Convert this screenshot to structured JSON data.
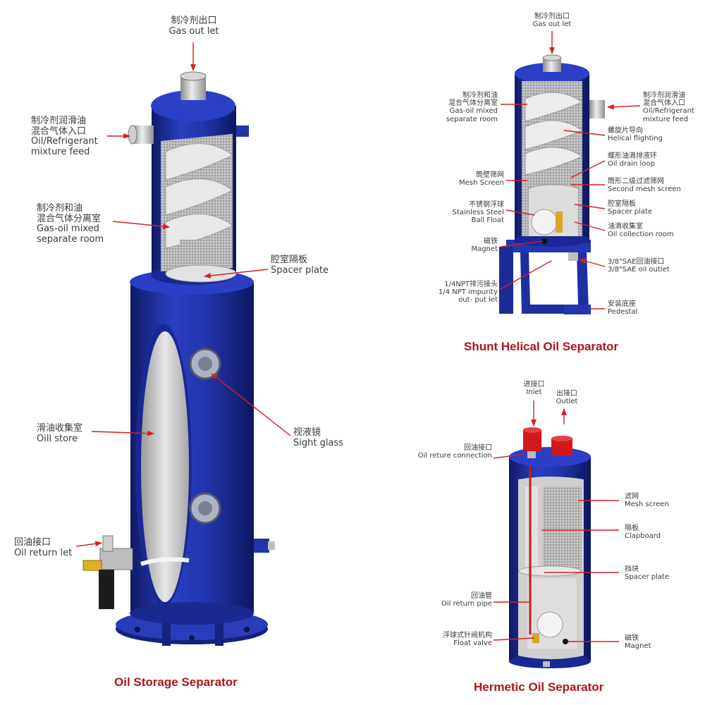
{
  "titles": {
    "oil_storage": "Oil Storage Separator",
    "shunt_helical": "Shunt Helical Oil Separator",
    "hermetic": "Hermetic Oil Separator"
  },
  "oil_storage": {
    "gas_outlet": {
      "zh": "制冷剂出口",
      "en": "Gas out let"
    },
    "mixture_feed": {
      "zh1": "制冷剂润滑油",
      "zh2": "混合气体入口",
      "en1": "Oil/Refrigerant",
      "en2": "mixture feed"
    },
    "gas_oil_room": {
      "zh1": "制冷剂和油",
      "zh2": "混合气体分离室",
      "en1": "Gas-oil mixed",
      "en2": "separate room"
    },
    "spacer_plate": {
      "zh": "腔室隔板",
      "en": "Spacer plate"
    },
    "sight_glass": {
      "zh": "视液镜",
      "en": "Sight glass"
    },
    "oil_store": {
      "zh": "滑油收集室",
      "en": "Oill store"
    },
    "oil_return": {
      "zh": "回油接口",
      "en": "Oil return let"
    }
  },
  "shunt": {
    "gas_outlet": {
      "zh": "制冷剂出口",
      "en": "Gas out let"
    },
    "gas_oil_room": {
      "zh1": "制冷剂和油",
      "zh2": "混合气体分离室",
      "en1": "Gas-oil mixed",
      "en2": "separate room"
    },
    "mixture_feed": {
      "zh1": "制冷剂润滑油",
      "zh2": "混合气体入口",
      "en1": "Oil/Refrigerant",
      "en2": "mixture feed"
    },
    "helical": {
      "zh": "螺旋片导向",
      "en": "Helical flighting"
    },
    "drain_loop": {
      "zh": "蝶形油滴排液环",
      "en": "Oil drain loop"
    },
    "mesh_screen": {
      "zh": "筒壁筛网",
      "en": "Mesh Screen"
    },
    "second_mesh": {
      "zh": "筒形二级过滤筛网",
      "en": "Second mesh screen"
    },
    "ball_float": {
      "zh": "不锈钢浮球",
      "en1": "Stainless Steel",
      "en2": "Ball Float"
    },
    "spacer_plate": {
      "zh": "腔室隔板",
      "en": "Spacer plate"
    },
    "collection_room": {
      "zh": "油滴收集室",
      "en": "Oil collection room"
    },
    "magnet": {
      "zh": "磁铁",
      "en": "Magnet"
    },
    "sae_outlet": {
      "zh": "3/8\"SAE回油接口",
      "en": "3/8\"SAE oil outlet"
    },
    "npt": {
      "zh": "1/4NPT排污接头",
      "en1": "1/4 NPT impurity",
      "en2": "out- put let"
    },
    "pedestal": {
      "zh": "安装底座",
      "en": "Pedestal"
    }
  },
  "hermetic": {
    "inlet": {
      "zh": "进接口",
      "en": "Inlet"
    },
    "outlet": {
      "zh": "出接口",
      "en": "Outlet"
    },
    "oil_return_conn": {
      "zh": "回油接口",
      "en": "Oil reture connection"
    },
    "mesh_screen": {
      "zh": "滤网",
      "en": "Mesh screen"
    },
    "clapboard": {
      "zh": "隔板",
      "en": "Clapboard"
    },
    "spacer_plate": {
      "zh": "挡块",
      "en": "Spacer plate"
    },
    "oil_return_pipe": {
      "zh": "回油管",
      "en": "Oil return pipe"
    },
    "float_valve": {
      "zh": "浮球式针阀机构",
      "en": "Float valve"
    },
    "magnet": {
      "zh": "磁铁",
      "en": "Magnet"
    }
  },
  "colors": {
    "body": "#1f2f9e",
    "body_dark": "#121d6e",
    "body_light": "#3a4fd0",
    "metal": "#c9c9c9",
    "arrow": "#d42020",
    "title": "#b0141c"
  }
}
